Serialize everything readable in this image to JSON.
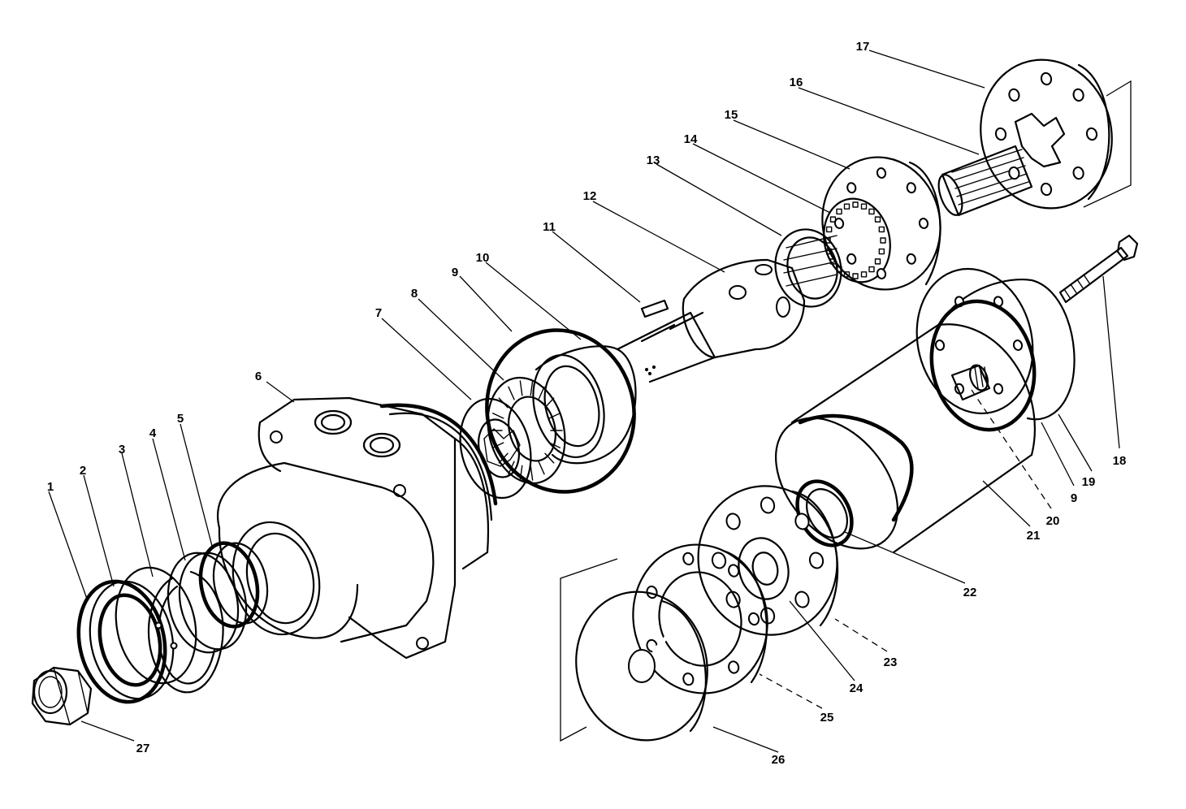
{
  "diagram": {
    "callouts": [
      {
        "id": "1",
        "label": "1"
      },
      {
        "id": "2",
        "label": "2"
      },
      {
        "id": "3",
        "label": "3"
      },
      {
        "id": "4",
        "label": "4"
      },
      {
        "id": "5",
        "label": "5"
      },
      {
        "id": "6",
        "label": "6"
      },
      {
        "id": "7",
        "label": "7"
      },
      {
        "id": "8",
        "label": "8"
      },
      {
        "id": "9a",
        "label": "9"
      },
      {
        "id": "10",
        "label": "10"
      },
      {
        "id": "11",
        "label": "11"
      },
      {
        "id": "12",
        "label": "12"
      },
      {
        "id": "13",
        "label": "13"
      },
      {
        "id": "14",
        "label": "14"
      },
      {
        "id": "15",
        "label": "15"
      },
      {
        "id": "16",
        "label": "16"
      },
      {
        "id": "17",
        "label": "17"
      },
      {
        "id": "18",
        "label": "18"
      },
      {
        "id": "19",
        "label": "19"
      },
      {
        "id": "9b",
        "label": "9"
      },
      {
        "id": "20",
        "label": "20"
      },
      {
        "id": "21",
        "label": "21"
      },
      {
        "id": "22",
        "label": "22"
      },
      {
        "id": "23",
        "label": "23"
      },
      {
        "id": "24",
        "label": "24"
      },
      {
        "id": "25",
        "label": "25"
      },
      {
        "id": "26",
        "label": "26"
      },
      {
        "id": "27",
        "label": "27"
      }
    ]
  }
}
